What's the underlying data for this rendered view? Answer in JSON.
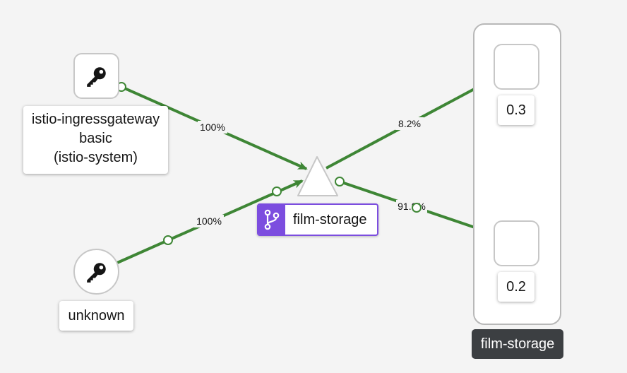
{
  "nodes": {
    "ingress": {
      "name": "istio-ingressgateway",
      "version": "basic",
      "namespace": "(istio-system)",
      "icon": "key-icon"
    },
    "unknown": {
      "name": "unknown",
      "icon": "key-icon"
    },
    "service": {
      "name": "film-storage",
      "icon": "code-branch-icon",
      "badge_color": "#7c4ddf"
    },
    "workload_a": {
      "label": "0.3"
    },
    "workload_b": {
      "label": "0.2"
    },
    "app_box": {
      "name": "film-storage"
    }
  },
  "edges": {
    "ingress_to_service": "100%",
    "unknown_to_service": "100%",
    "service_to_workload_a": "8.2%",
    "service_to_workload_b": "91.8%"
  },
  "colors": {
    "edge": "#3e8635",
    "background": "#f4f4f4",
    "app_label_bg": "#3c3f42"
  }
}
